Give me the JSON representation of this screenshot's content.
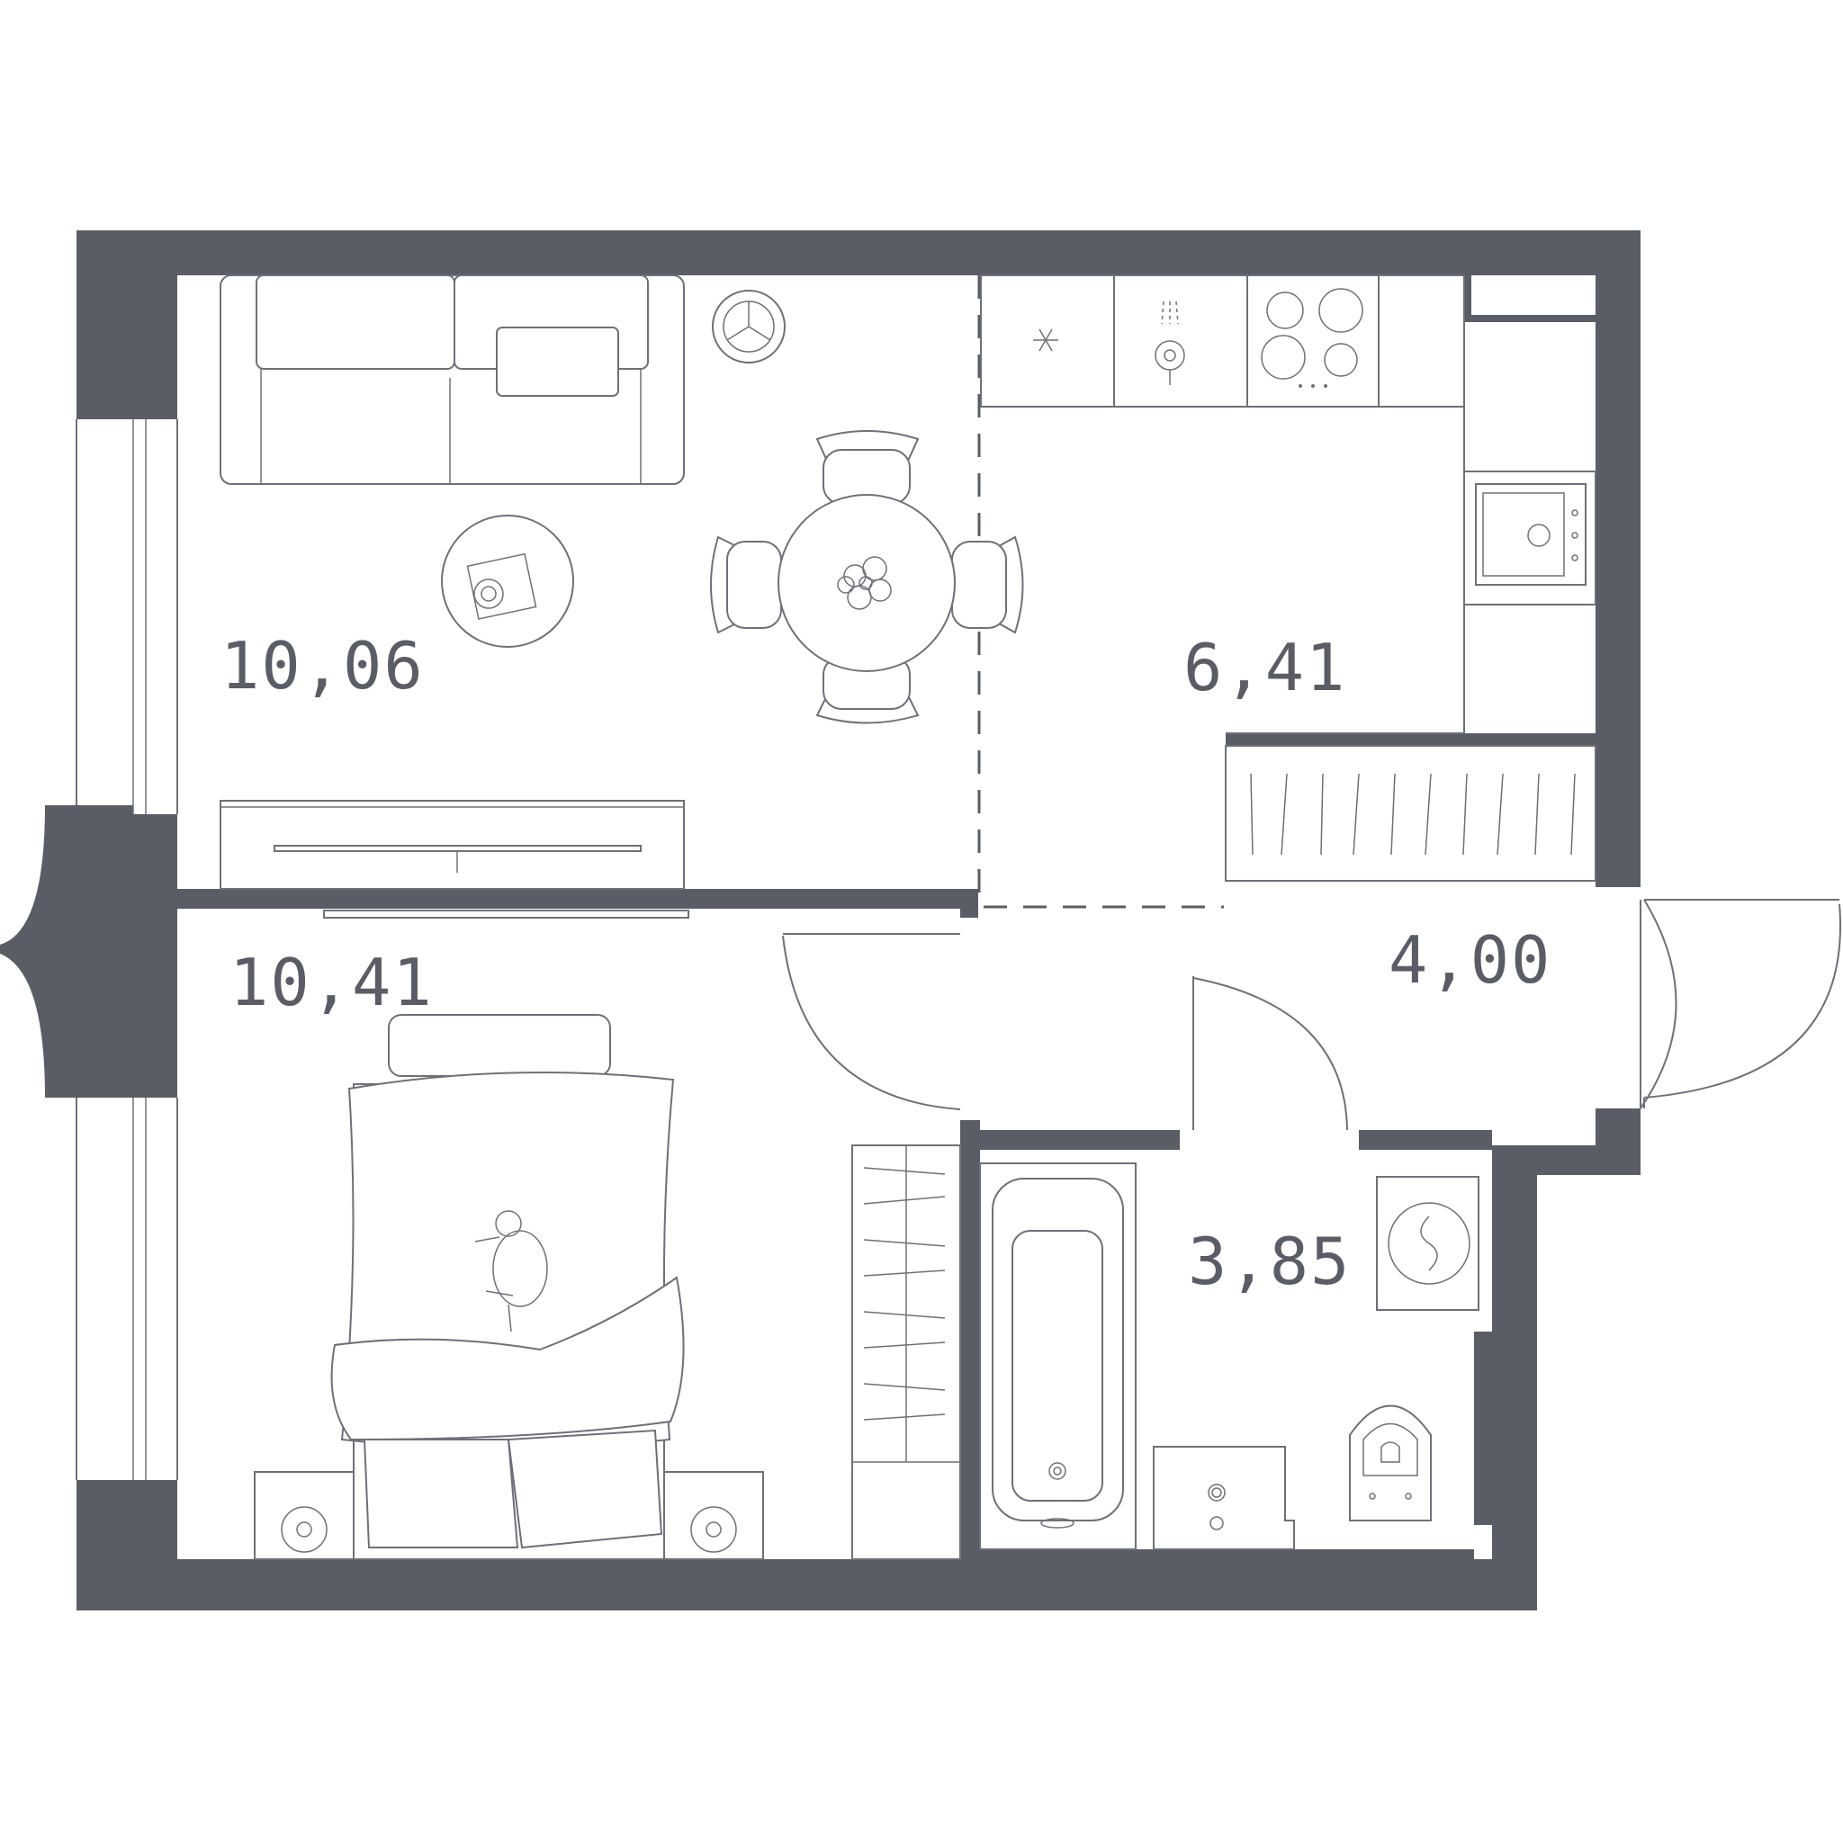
{
  "colors": {
    "wall": "#5a5d66",
    "line": "#6e7079",
    "text": "#5a5d66",
    "background": "#ffffff"
  },
  "rooms": [
    {
      "id": "living-room",
      "area": "10,06"
    },
    {
      "id": "bedroom",
      "area": "10,41"
    },
    {
      "id": "kitchen",
      "area": "6,41"
    },
    {
      "id": "hallway",
      "area": "4,00"
    },
    {
      "id": "bathroom",
      "area": "3,85"
    }
  ],
  "icons": {
    "floor_lamp": "floor-lamp-icon",
    "sofa": "sofa-icon",
    "coffee_table": "coffee-table-icon",
    "dining_table": "dining-table-icon",
    "tv_stand": "tv-stand-icon",
    "fridge": "snowflake-icon",
    "sink": "sink-icon",
    "stove": "stove-icon",
    "oven": "oven-icon",
    "wardrobe": "wardrobe-icon",
    "bed": "bed-icon",
    "cat": "cat-icon",
    "bathtub": "bathtub-icon",
    "washing_machine": "washing-machine-icon",
    "toilet": "toilet-icon",
    "washbasin": "washbasin-icon"
  }
}
